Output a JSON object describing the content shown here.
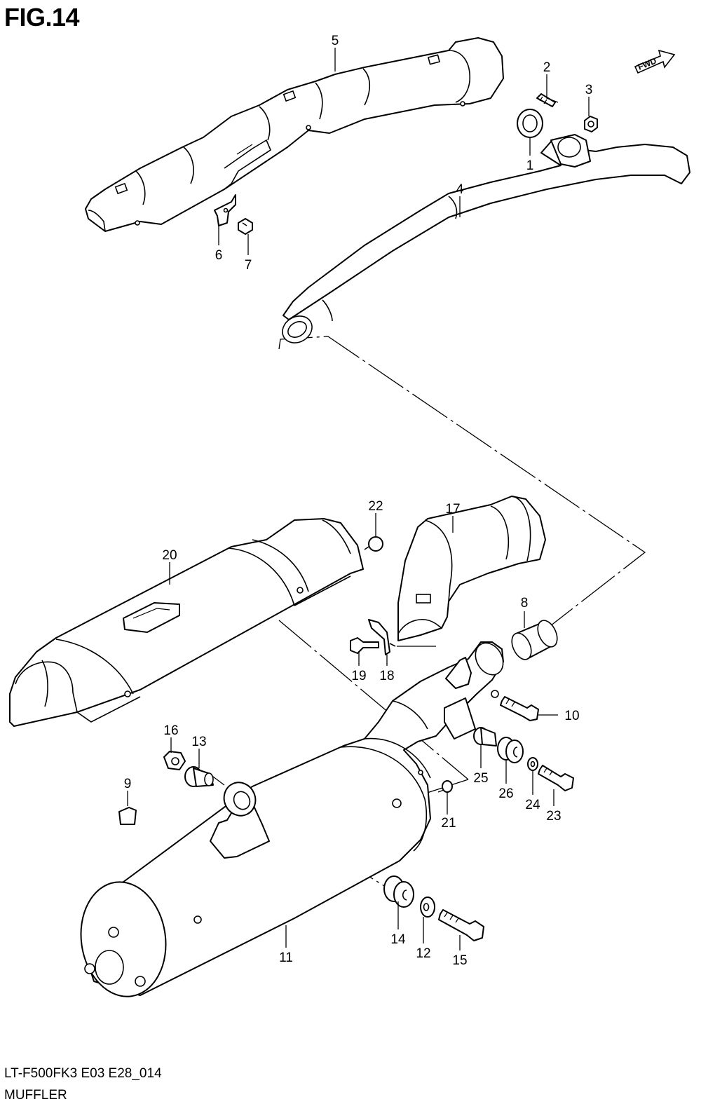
{
  "figure": {
    "title": "FIG.14",
    "code": "LT-F500FK3 E03 E28_014",
    "name": "MUFFLER",
    "fwd_label": "FWD"
  },
  "callouts": [
    "1",
    "2",
    "3",
    "4",
    "5",
    "6",
    "7",
    "8",
    "9",
    "10",
    "11",
    "12",
    "13",
    "14",
    "15",
    "16",
    "17",
    "18",
    "19",
    "20",
    "21",
    "22",
    "23",
    "24",
    "25",
    "26"
  ],
  "parts": [
    {
      "ref": "1",
      "name": "gasket"
    },
    {
      "ref": "2",
      "name": "stud"
    },
    {
      "ref": "3",
      "name": "nut"
    },
    {
      "ref": "4",
      "name": "exhaust pipe"
    },
    {
      "ref": "5",
      "name": "exhaust pipe cover"
    },
    {
      "ref": "6",
      "name": "clip"
    },
    {
      "ref": "7",
      "name": "screw"
    },
    {
      "ref": "8",
      "name": "connector"
    },
    {
      "ref": "9",
      "name": "cap"
    },
    {
      "ref": "10",
      "name": "bolt"
    },
    {
      "ref": "11",
      "name": "muffler"
    },
    {
      "ref": "12",
      "name": "washer"
    },
    {
      "ref": "13",
      "name": "spacer"
    },
    {
      "ref": "14",
      "name": "cushion"
    },
    {
      "ref": "15",
      "name": "bolt"
    },
    {
      "ref": "16",
      "name": "nut"
    },
    {
      "ref": "17",
      "name": "pipe cover"
    },
    {
      "ref": "18",
      "name": "clip"
    },
    {
      "ref": "19",
      "name": "bolt"
    },
    {
      "ref": "20",
      "name": "muffler cover"
    },
    {
      "ref": "21",
      "name": "grommet"
    },
    {
      "ref": "22",
      "name": "nut"
    },
    {
      "ref": "23",
      "name": "bolt"
    },
    {
      "ref": "24",
      "name": "washer"
    },
    {
      "ref": "25",
      "name": "spacer"
    },
    {
      "ref": "26",
      "name": "cushion"
    }
  ]
}
